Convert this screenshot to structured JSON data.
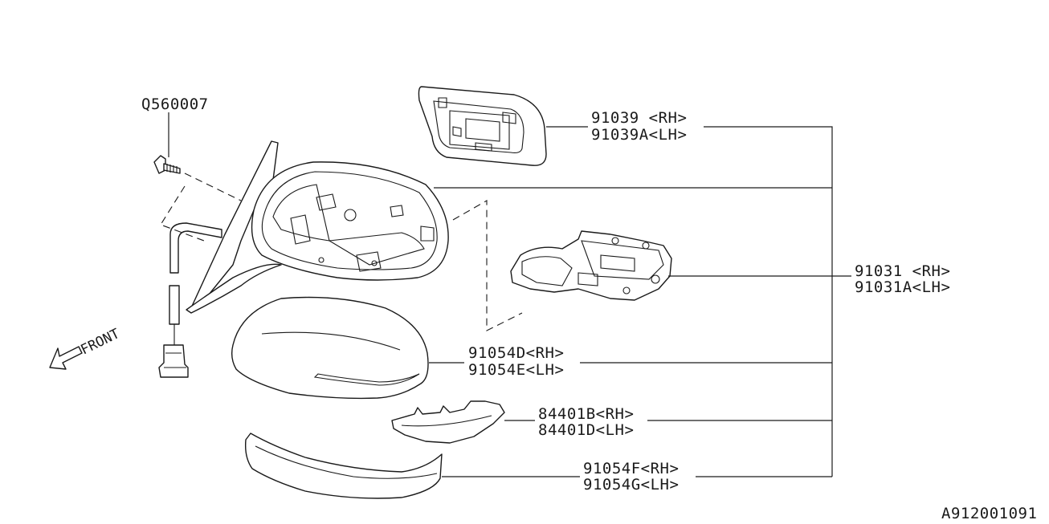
{
  "parts": {
    "mirror_glass": {
      "rh": "91039  <RH>",
      "lh": "91039A<LH>"
    },
    "actuator": {
      "rh": "91031  <RH>",
      "lh": "91031A<LH>"
    },
    "cover_upper": {
      "rh": "91054D<RH>",
      "lh": "91054E<LH>"
    },
    "turn_lamp": {
      "rh": "84401B<RH>",
      "lh": "84401D<LH>"
    },
    "cover_lower": {
      "rh": "91054F<RH>",
      "lh": "91054G<LH>"
    },
    "bolt": {
      "code": "Q560007"
    }
  },
  "front_label": "FRONT",
  "diagram_id": "A912001091"
}
